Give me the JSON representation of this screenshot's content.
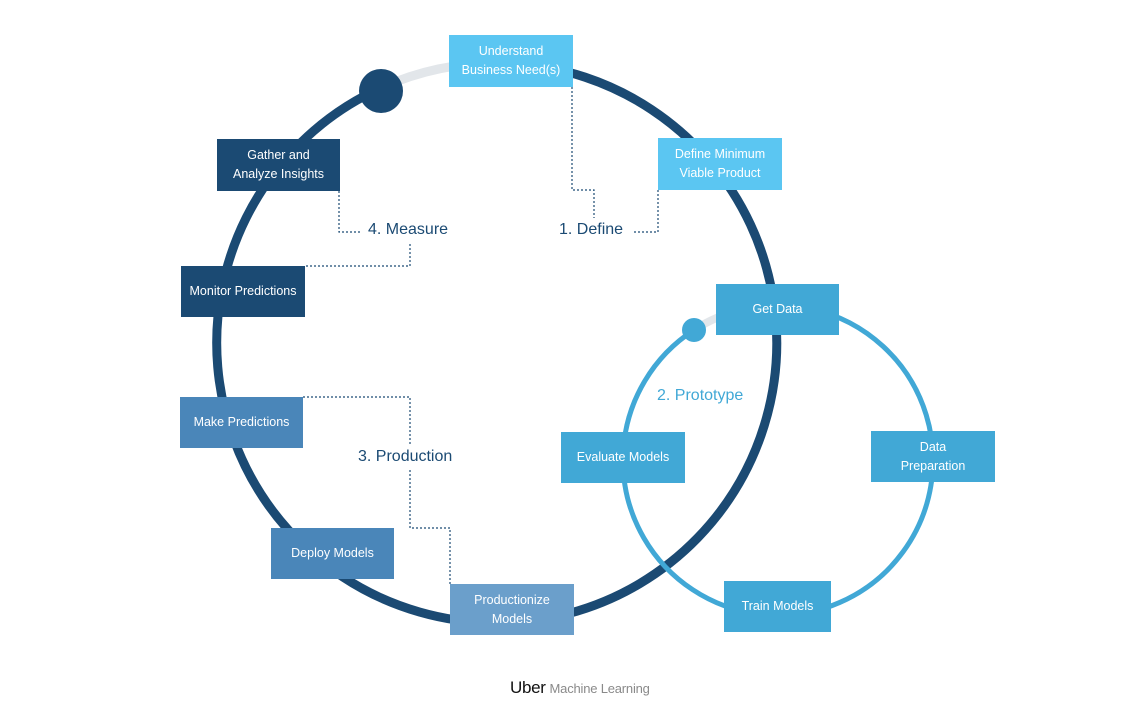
{
  "phases": {
    "define": "1. Define",
    "prototype": "2. Prototype",
    "production": "3. Production",
    "measure": "4. Measure"
  },
  "steps": {
    "understand": "Understand\nBusiness Need(s)",
    "define_mvp": "Define Minimum\nViable Product",
    "get_data": "Get Data",
    "data_preparation": "Data\nPreparation",
    "train_models": "Train Models",
    "evaluate_models": "Evaluate Models",
    "productionize_models": "Productionize\nModels",
    "deploy_models": "Deploy Models",
    "make_predictions": "Make Predictions",
    "monitor_predictions": "Monitor Predictions",
    "gather_insights": "Gather and\nAnalyze Insights"
  },
  "footer": {
    "brand": "Uber",
    "subtitle": "Machine Learning"
  },
  "colors": {
    "main_cycle": "#1b4a73",
    "prototype_cycle": "#41a8d6",
    "define_boxes": "#5bc6f2",
    "production_boxes": "#4a86b9",
    "cycle_gap": "#e2e6ea"
  }
}
